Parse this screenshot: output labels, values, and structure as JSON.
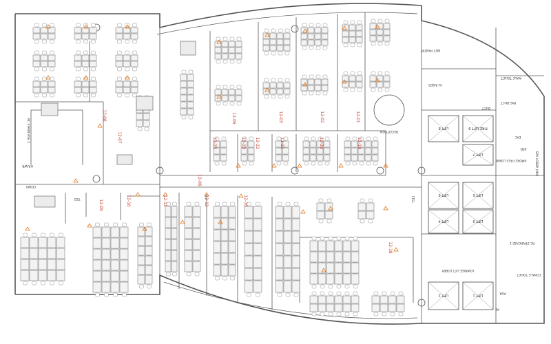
{
  "accent_color": "#e0761c",
  "room_number_color": "#c0392b",
  "wall_color": "#555555",
  "rooms": [
    {
      "id": "r0501",
      "label": "12-01"
    },
    {
      "id": "r0502",
      "label": "12-02"
    },
    {
      "id": "r0503",
      "label": "12-03"
    },
    {
      "id": "r0504",
      "label": "12-05"
    },
    {
      "id": "r0506",
      "label": "12-06"
    },
    {
      "id": "r0507",
      "label": "12-07"
    },
    {
      "id": "r0508",
      "label": "12-08"
    },
    {
      "id": "r0509",
      "label": "12-09"
    },
    {
      "id": "r0510",
      "label": "12-10"
    },
    {
      "id": "r0511",
      "label": "12-11"
    },
    {
      "id": "r0512",
      "label": "12-12"
    },
    {
      "id": "r0516",
      "label": "12-16"
    },
    {
      "id": "r0518",
      "label": "12-18"
    },
    {
      "id": "r0519",
      "label": "12-19"
    },
    {
      "id": "r0520",
      "label": "12-20"
    },
    {
      "id": "r0521",
      "label": "12-21"
    },
    {
      "id": "r0522",
      "label": "12-22"
    },
    {
      "id": "r0523",
      "label": "12-23"
    },
    {
      "id": "r0525",
      "label": "12-25"
    }
  ],
  "lifts": [
    {
      "id": "lift1",
      "label": "LIFT 1"
    },
    {
      "id": "lift2",
      "label": "LIFT 2"
    },
    {
      "id": "lift3",
      "label": "LIFT 3"
    },
    {
      "id": "lift4",
      "label": "LIFT 4"
    },
    {
      "id": "lift5",
      "label": "LIFT 5"
    },
    {
      "id": "lift6",
      "label": "LIFT 6"
    },
    {
      "id": "lift7",
      "label": "LIFT 7"
    },
    {
      "id": "lift8",
      "label": "LIFT 8"
    },
    {
      "id": "lift9",
      "label": "FIRE LIFT 9"
    }
  ],
  "labels": {
    "reception": "RECEPTION",
    "wet_pantry": "WET PANTRY",
    "lv_riser": "LV RISER",
    "male_toilet": "MALE TOILET",
    "female_toilet": "FEMALE TOILET",
    "pas_duct": "PAS DUCT",
    "duct": "DUCT",
    "rc_staircase_1": "RC STAIRCASE 1",
    "rc_staircase_2": "RC STAIRCASE 2",
    "lowrise_lift_lobby": "LOWRISE LIFT LOBBY",
    "smoke_free_lobby": "SMOKE FREE LOBBY",
    "spk_lobby": "SPK LOBBY (MV)",
    "spd": "SPD",
    "hr_wr": "HR/WR",
    "ps": "PS",
    "por": "POR",
    "cdwr": "CDWR",
    "ted": "TED",
    "ftel": "FTEL",
    "eac": "EAC"
  }
}
